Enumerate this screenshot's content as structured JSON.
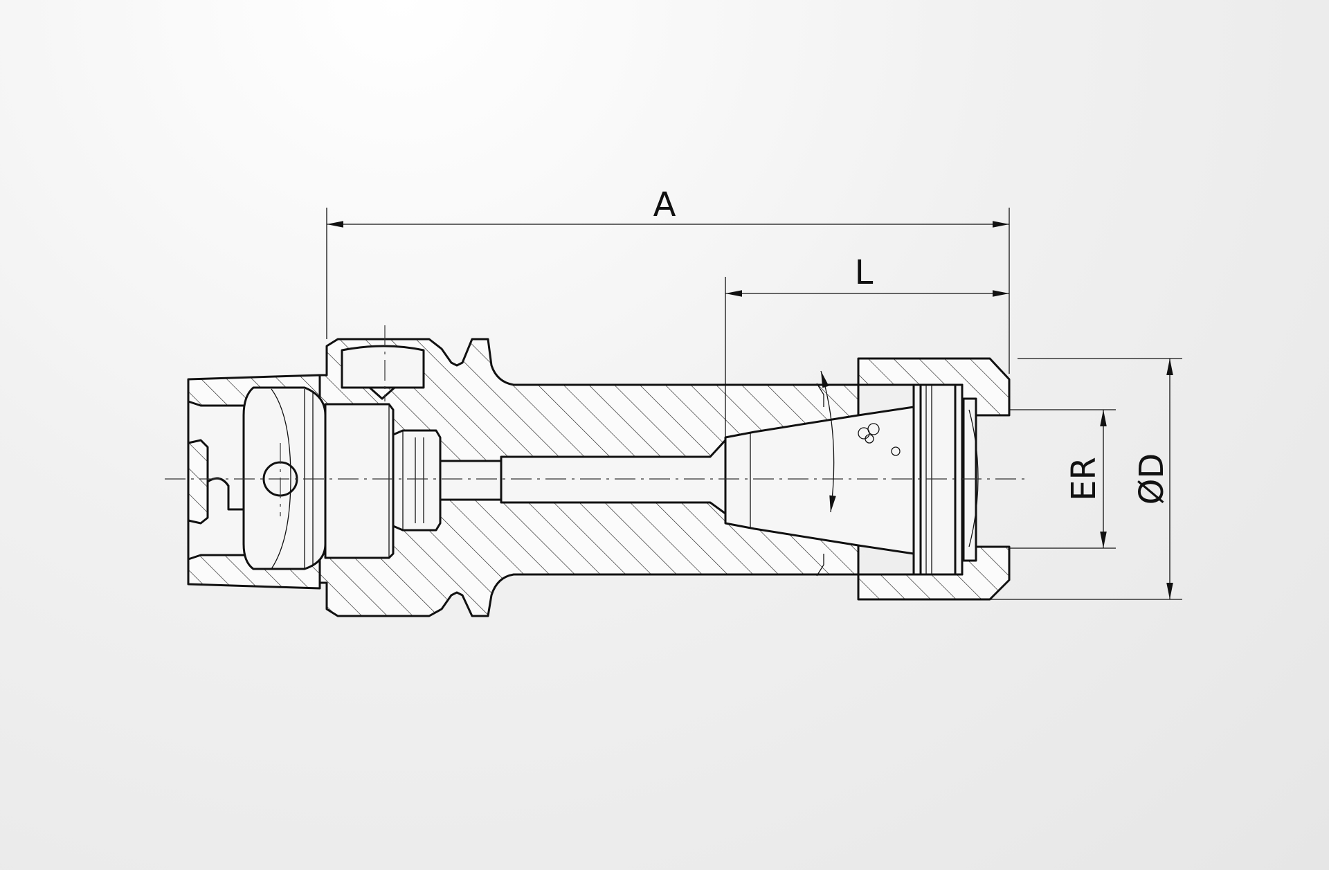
{
  "labels": {
    "length_a": "A",
    "length_l": "L",
    "collet_size": "ER",
    "outer_diameter": "ØD"
  },
  "colors": {
    "line": "#111111",
    "background": "#ececec"
  }
}
